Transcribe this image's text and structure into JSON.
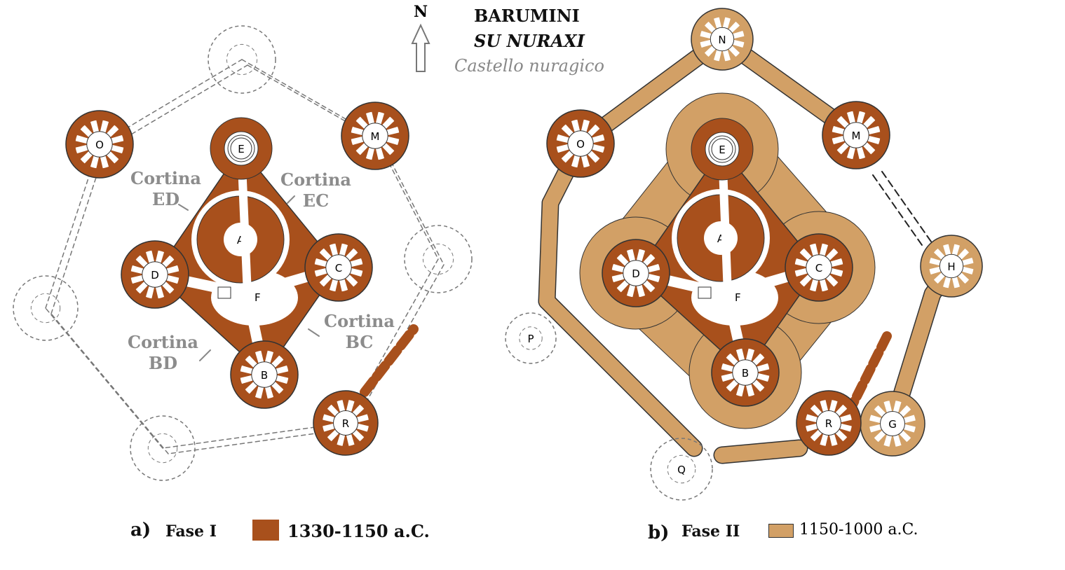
{
  "title": "BARUMINI",
  "subtitle": "SU NURAXI",
  "caption": "Castello nuragico",
  "north": "N",
  "colors": {
    "phase1": "#a8501c",
    "phase2": "#d2a066"
  },
  "cortine": [
    {
      "name": "Cortina",
      "code": "ED"
    },
    {
      "name": "Cortina",
      "code": "EC"
    },
    {
      "name": "Cortina",
      "code": "BC"
    },
    {
      "name": "Cortina",
      "code": "BD"
    }
  ],
  "panel_a": {
    "letter": "a)",
    "phase": "Fase I",
    "dates": "1330-1150 a.C.",
    "towers": [
      "A",
      "B",
      "C",
      "D",
      "E",
      "O",
      "M",
      "R"
    ],
    "center_label": "F"
  },
  "panel_b": {
    "letter": "b)",
    "phase": "Fase II",
    "dates": "1150-1000  a.C.",
    "towers": [
      "A",
      "B",
      "C",
      "D",
      "E",
      "O",
      "M",
      "N",
      "H",
      "G",
      "R"
    ],
    "ruined_towers": [
      "P",
      "Q"
    ],
    "center_label": "F"
  }
}
